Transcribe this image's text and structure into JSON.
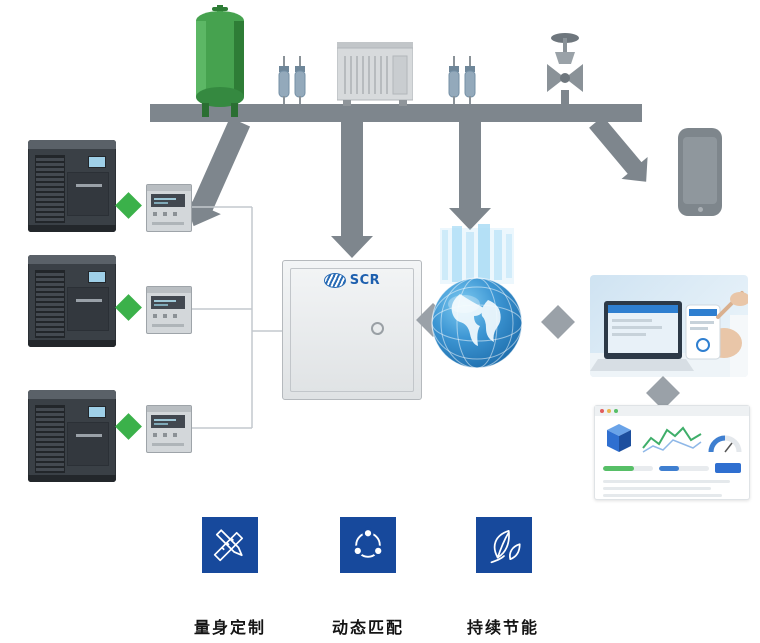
{
  "cabinet": {
    "logo": "SCR"
  },
  "features": [
    {
      "label": "量身定制",
      "icon": "pencil-ruler-icon"
    },
    {
      "label": "动态匹配",
      "icon": "linked-circles-icon"
    },
    {
      "label": "持续节能",
      "icon": "leaves-icon"
    }
  ],
  "colors": {
    "feature_blue": "#17499c",
    "diagram_grey": "#7e868d",
    "arrow_green": "#3bb14a",
    "tank_green": "#3f9e4a",
    "globe_blue": "#2e86c9"
  },
  "icons": {
    "top_equipment": [
      "air-receiver-tank",
      "inline-filter-pair",
      "refrigerated-air-dryer",
      "inline-filter-pair",
      "control-valve"
    ],
    "left_column": [
      "air-compressor",
      "power-meter"
    ],
    "center": [
      "control-cabinet",
      "internet-globe"
    ],
    "right": [
      "smartphone-silhouette",
      "remote-monitoring-photo",
      "dashboard-preview"
    ]
  }
}
